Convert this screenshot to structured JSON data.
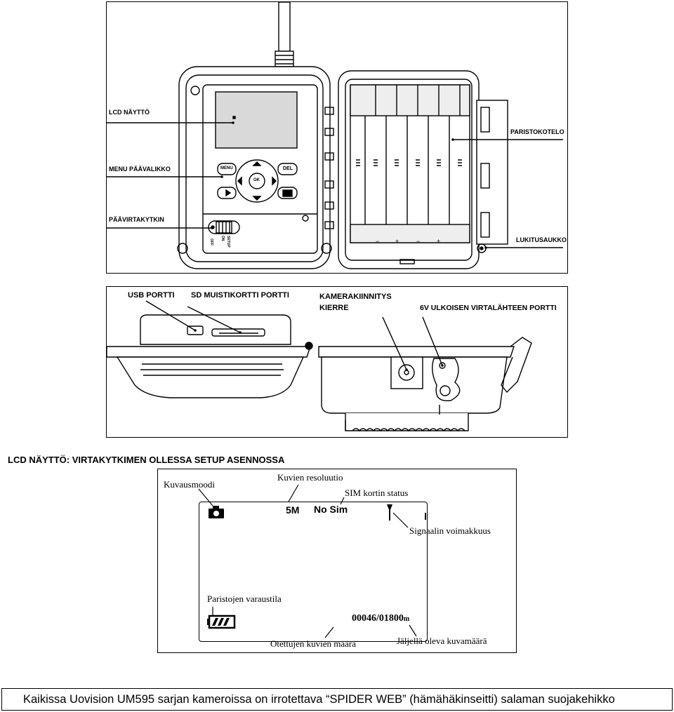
{
  "figure1": {
    "labels": {
      "lcd": "LCD NÄYTTÖ",
      "menu": "MENU PÄÄVALIKKO",
      "power": "PÄÄVIRTAKYTKIN",
      "battery": "PARISTOKOTELO",
      "lock": "LUKITUSAUKKO"
    },
    "buttons": {
      "menu": "MENU",
      "del": "DEL",
      "ok": "OK"
    },
    "switch_labels": {
      "off": "OFF",
      "on": "ON",
      "setup": "SETUP"
    },
    "polarity": {
      "minus": "−",
      "plus": "+"
    }
  },
  "figure2": {
    "labels": {
      "usb": "USB PORTTI",
      "sd": "SD MUISTIKORTTI PORTTI",
      "mount_line1": "KAMERAKIINNITYS",
      "mount_line2": "KIERRE",
      "power_port": "6V ULKOISEN VIRTALÄHTEEN PORTTI"
    }
  },
  "section_heading": "LCD NÄYTTÖ: VIRTAKYTKIMEN OLLESSA SETUP ASENNOSSA",
  "figure3": {
    "labels": {
      "mode": "Kuvausmoodi",
      "resolution": "Kuvien resoluutio",
      "sim": "SIM kortin status",
      "signal": "Signaalin voimakkuus",
      "battery": "Paristojen varaustila",
      "taken": "Otettujen kuvien määrä",
      "remaining": "Jäljellä oleva kuvamäärä"
    },
    "screen": {
      "resolution": "5M",
      "sim_status": "No Sim",
      "counter": "00046/01800",
      "counter_unit": "m"
    }
  },
  "footer": "Kaikissa Uovision UM595 sarjan kameroissa on irrotettava “SPIDER WEB” (hämähäkinseitti) salaman suojakehikko"
}
